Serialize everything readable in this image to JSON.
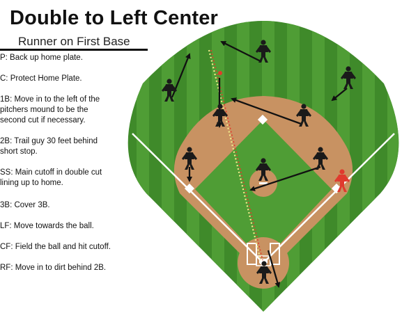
{
  "title": "Double to Left Center",
  "subtitle": "Runner on First Base",
  "notes": [
    "P: Back up home plate.",
    "C: Protect Home Plate.",
    "1B: Move in to the left of the\npitchers mound to be the\nsecond cut if necessary.",
    "2B: Trail guy 30 feet behind\nshort stop.",
    "SS: Main cutoff in double cut\nlining up to home.",
    "3B: Cover 3B.",
    "LF: Move towards the ball.",
    "CF: Field the ball and hit cutoff.",
    "RF: Move in to dirt behind 2B."
  ],
  "colors": {
    "grass_dark": "#3f8a2a",
    "grass_light": "#4f9d35",
    "dirt": "#c89262",
    "chalk": "#ffffff",
    "player": "#1a1a1a",
    "runner": "#e03a2e",
    "throw_line": "#f3e98a",
    "throw_line_alt": "#e23b2b",
    "arrow": "#111111"
  },
  "icons": {
    "player": "fielder-silhouette-icon",
    "runner": "runner-silhouette-icon"
  }
}
